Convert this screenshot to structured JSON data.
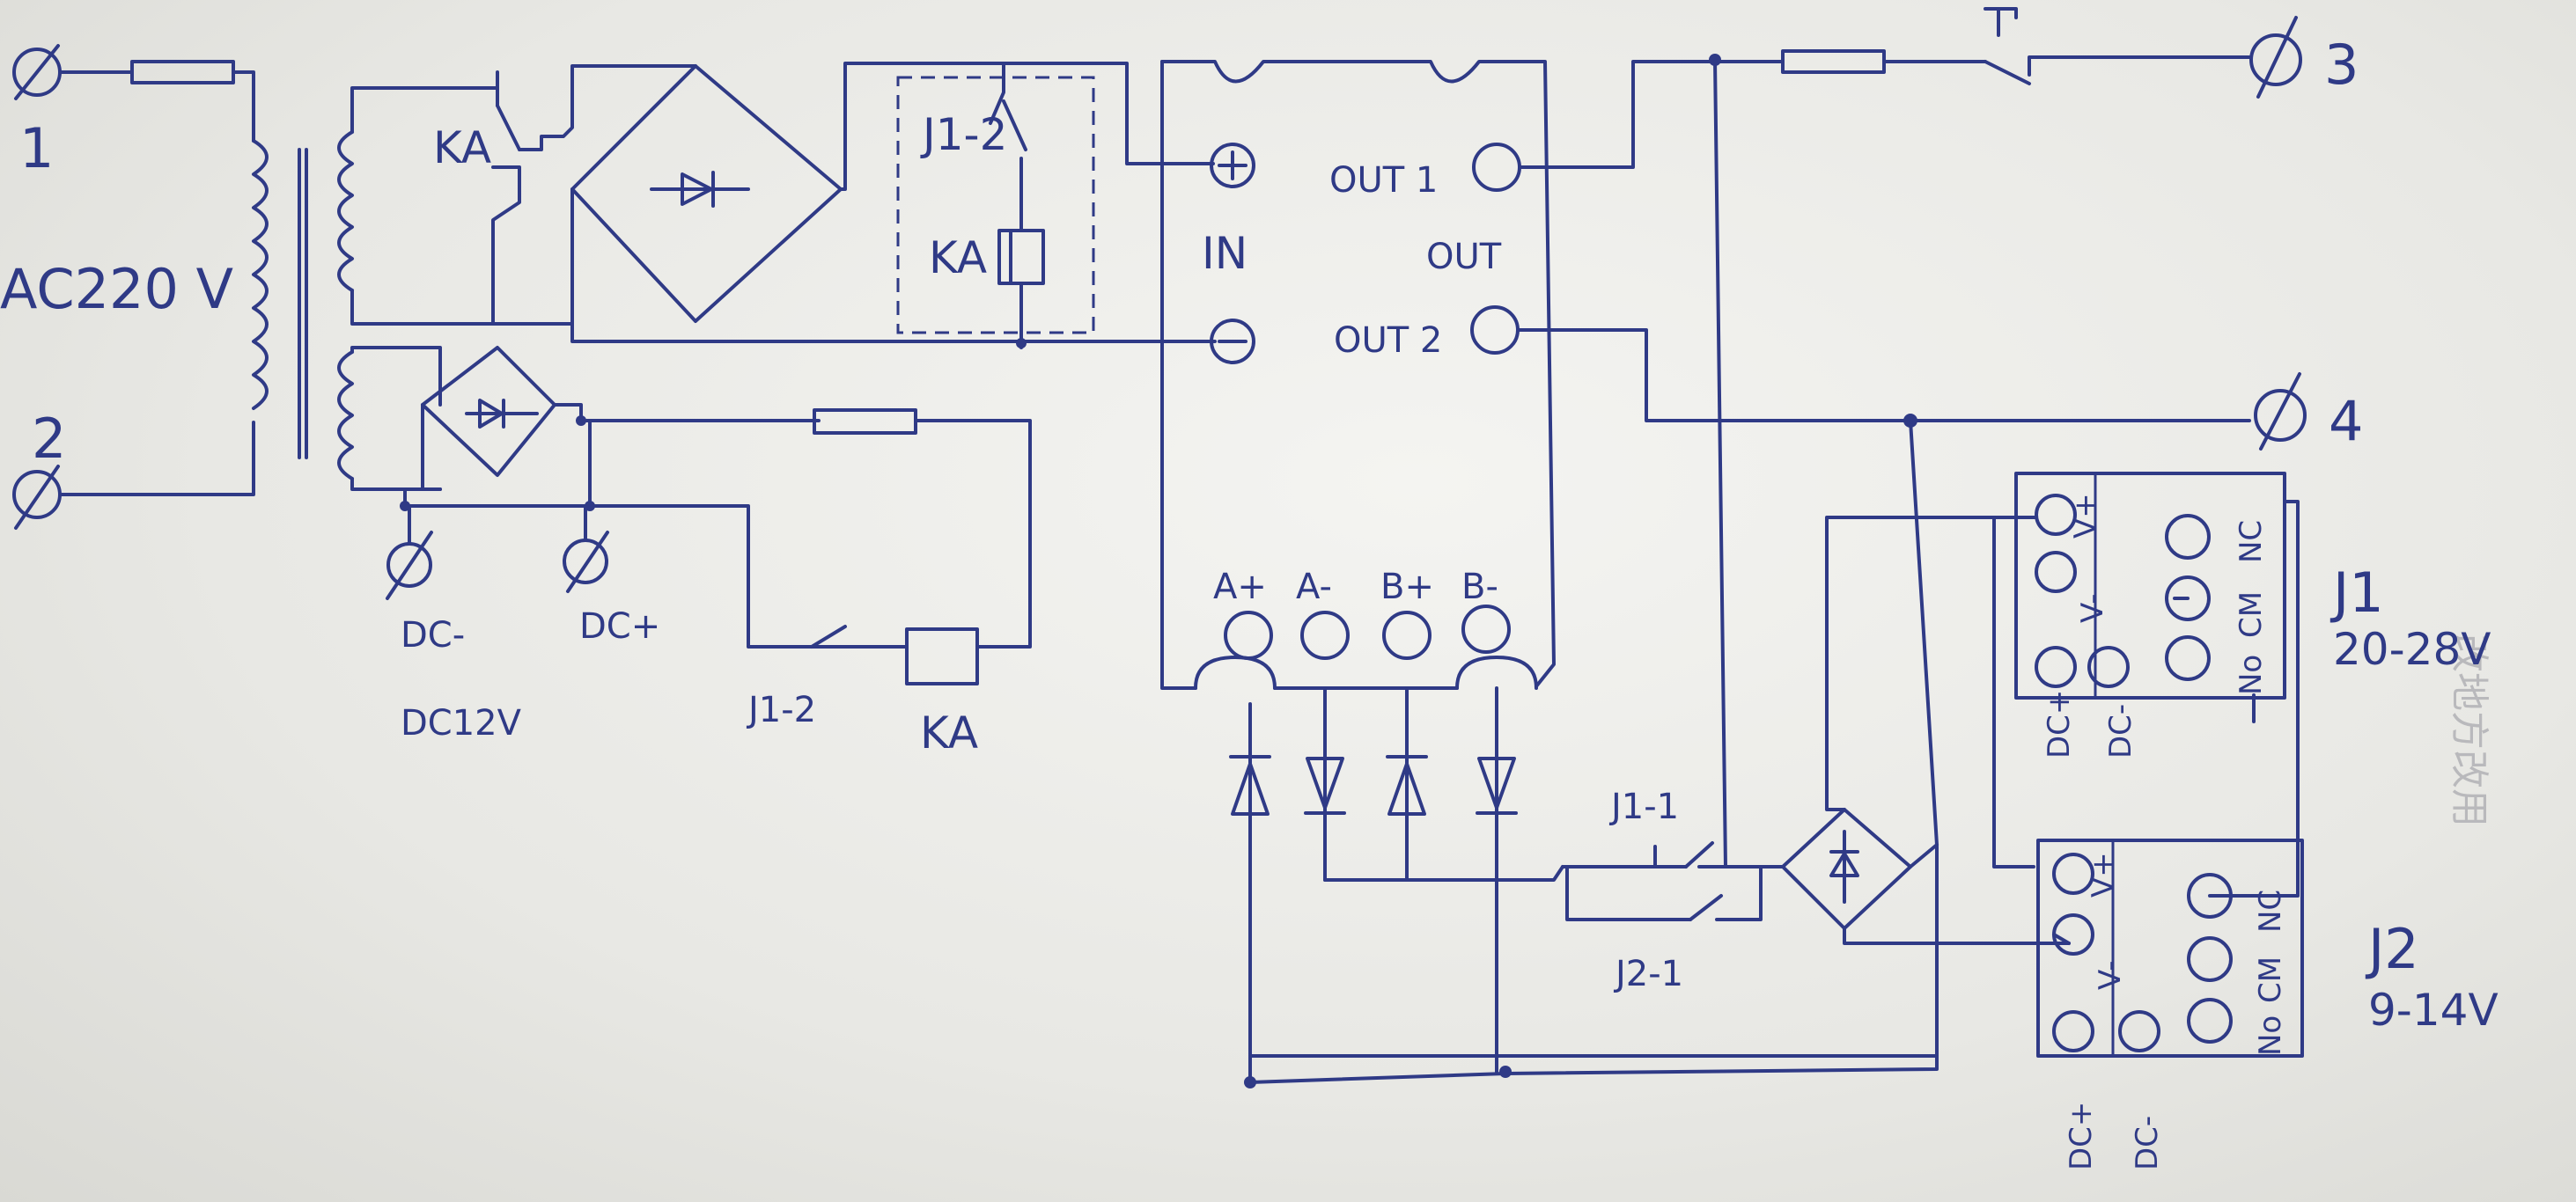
{
  "labels": {
    "terminal_1": "1",
    "terminal_2": "2",
    "ac_input": "AC220 V",
    "ka_contact": "KA",
    "dc_minus": "DC-",
    "dc_plus": "DC+",
    "dc_voltage": "DC12V",
    "j1_2_contact": "J1-2",
    "ka_coil_bottom": "KA",
    "j1_2_relay": "J1-2",
    "ka_coil_relay": "KA",
    "ctrl_plus": "+",
    "ctrl_minus": "−",
    "ctrl_in": "IN",
    "out1": "OUT 1",
    "out_label": "OUT",
    "out2": "OUT 2",
    "a_plus": "A+",
    "a_minus": "A-",
    "b_plus": "B+",
    "b_minus": "B-",
    "j1_1": "J1-1",
    "j2_1": "J2-1",
    "terminal_3": "3",
    "terminal_4": "4",
    "j1_name": "J1",
    "j1_range": "20-28V",
    "j2_name": "J2",
    "j2_range": "9-14V",
    "mod_vplus": "V+",
    "mod_vminus": "V-",
    "mod_nc": "NC",
    "mod_cm": "CM",
    "mod_no": "No",
    "mod_dcplus": "DC+",
    "mod_dcminus": "DC-",
    "ghost_text": "改地方改用"
  }
}
